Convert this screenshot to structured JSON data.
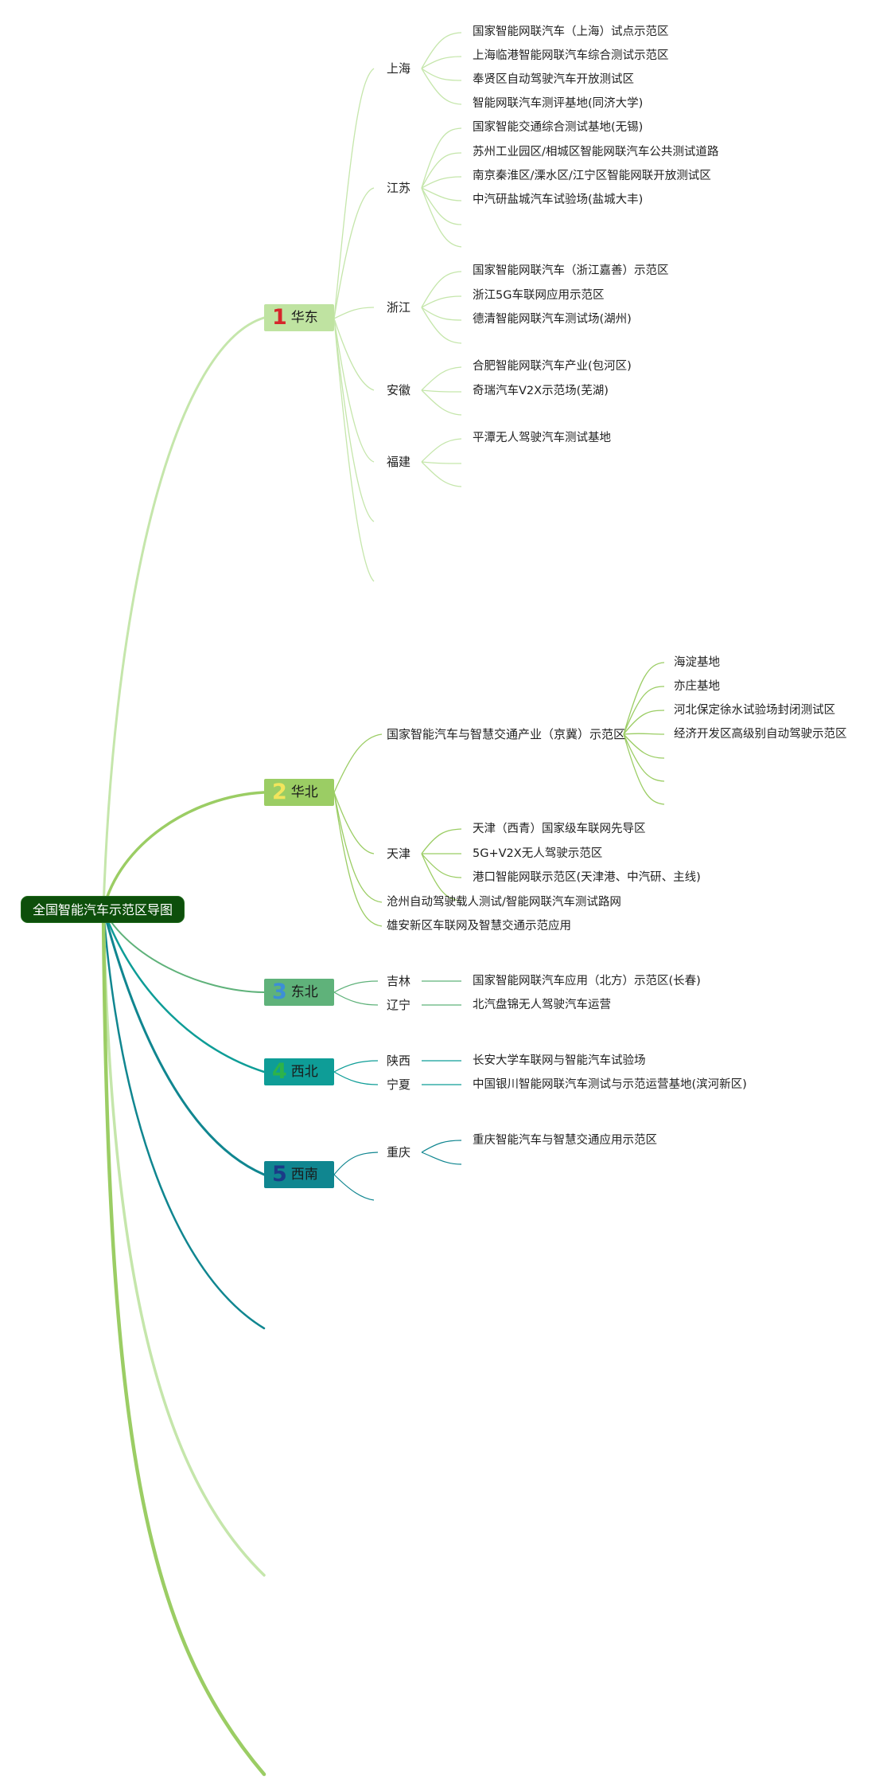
{
  "root": {
    "label": "全国智能汽车示范区导图"
  },
  "regions": [
    {
      "num": "1",
      "label": "华东",
      "bg": "#bfe3a1",
      "num_color": "#d6262b"
    },
    {
      "num": "2",
      "label": "华北",
      "bg": "#9bcd64",
      "num_color": "#f2e55c"
    },
    {
      "num": "3",
      "label": "东北",
      "bg": "#5fb27a",
      "num_color": "#3d8fd6"
    },
    {
      "num": "4",
      "label": "西北",
      "bg": "#0e9d97",
      "num_color": "#2db34a"
    },
    {
      "num": "5",
      "label": "西南",
      "bg": "#108690",
      "num_color": "#1b3b87"
    }
  ],
  "huadong": {
    "shanghai": {
      "label": "上海",
      "items": [
        "国家智能网联汽车（上海）试点示范区",
        "上海临港智能网联汽车综合测试示范区",
        "奉贤区自动驾驶汽车开放测试区",
        "智能网联汽车测评基地(同济大学)"
      ]
    },
    "jiangsu": {
      "label": "江苏",
      "items": [
        "国家智能交通综合测试基地(无锡)",
        "苏州工业园区/相城区智能网联汽车公共测试道路",
        "南京秦淮区/溧水区/江宁区智能网联开放测试区",
        "中汽研盐城汽车试验场(盐城大丰)"
      ]
    },
    "zhejiang": {
      "label": "浙江",
      "items": [
        "国家智能网联汽车（浙江嘉善）示范区",
        "浙江5G车联网应用示范区",
        "德清智能网联汽车测试场(湖州)"
      ]
    },
    "anhui": {
      "label": "安徽",
      "items": [
        "合肥智能网联汽车产业(包河区)",
        "奇瑞汽车V2X示范场(芜湖)"
      ]
    },
    "fujian": {
      "label": "福建",
      "items": [
        "平潭无人驾驶汽车测试基地"
      ]
    }
  },
  "huabei": {
    "jingji": {
      "label": "国家智能汽车与智慧交通产业（京冀）示范区",
      "items": [
        "海淀基地",
        "亦庄基地",
        "河北保定徐水试验场封闭测试区",
        "经济开发区高级别自动驾驶示范区"
      ]
    },
    "tianjin": {
      "label": "天津",
      "items": [
        "天津（西青）国家级车联网先导区",
        "5G+V2X无人驾驶示范区",
        "港口智能网联示范区(天津港、中汽研、主线)"
      ]
    },
    "cangzhou": "沧州自动驾驶载人测试/智能网联汽车测试路网",
    "xiongan": "雄安新区车联网及智慧交通示范应用"
  },
  "dongbei": {
    "jilin": {
      "label": "吉林",
      "item": "国家智能网联汽车应用（北方）示范区(长春)"
    },
    "liaoning": {
      "label": "辽宁",
      "item": "北汽盘锦无人驾驶汽车运营"
    }
  },
  "xibei": {
    "shaanxi": {
      "label": "陕西",
      "item": "长安大学车联网与智能汽车试验场"
    },
    "ningxia": {
      "label": "宁夏",
      "item": "中国银川智能网联汽车测试与示范运营基地(滨河新区)"
    }
  },
  "xinan": {
    "chongqing": {
      "label": "重庆",
      "item": "重庆智能汽车与智慧交通应用示范区"
    }
  },
  "colors": {
    "huadong_line": "#c5e6ab",
    "huabei_line": "#9bcd64",
    "dongbei_line": "#5fb27a",
    "xibei_line": "#0e9d97",
    "xinan_line": "#108690",
    "root_bg": "#0d4f0b"
  }
}
